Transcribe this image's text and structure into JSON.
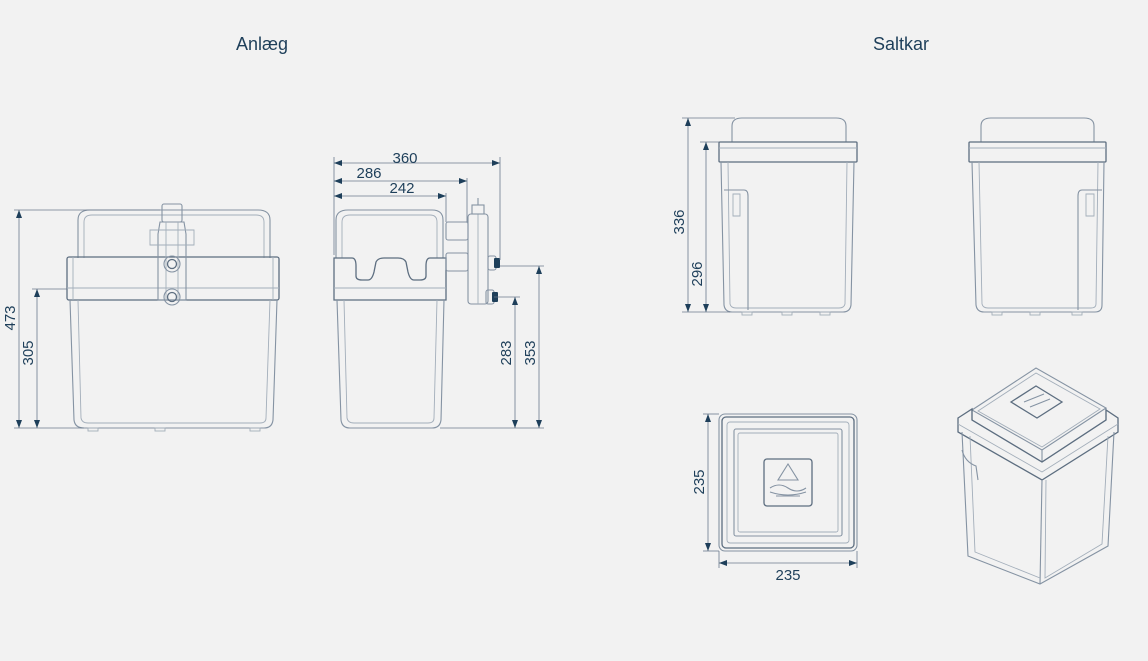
{
  "sections": {
    "left_title": "Anlæg",
    "right_title": "Saltkar"
  },
  "anlaeg_front": {
    "height_total": "473",
    "height_body": "305"
  },
  "anlaeg_side": {
    "width_total": "360",
    "width_mid": "286",
    "width_body": "242",
    "height_outlet_low": "283",
    "height_outlet_high": "353"
  },
  "saltkar_front": {
    "height_total": "336",
    "height_body": "296"
  },
  "saltkar_top": {
    "depth": "235",
    "width": "235"
  },
  "colors": {
    "text": "#1e3f5a",
    "line": "#8593a3",
    "background": "#f2f2f2"
  }
}
